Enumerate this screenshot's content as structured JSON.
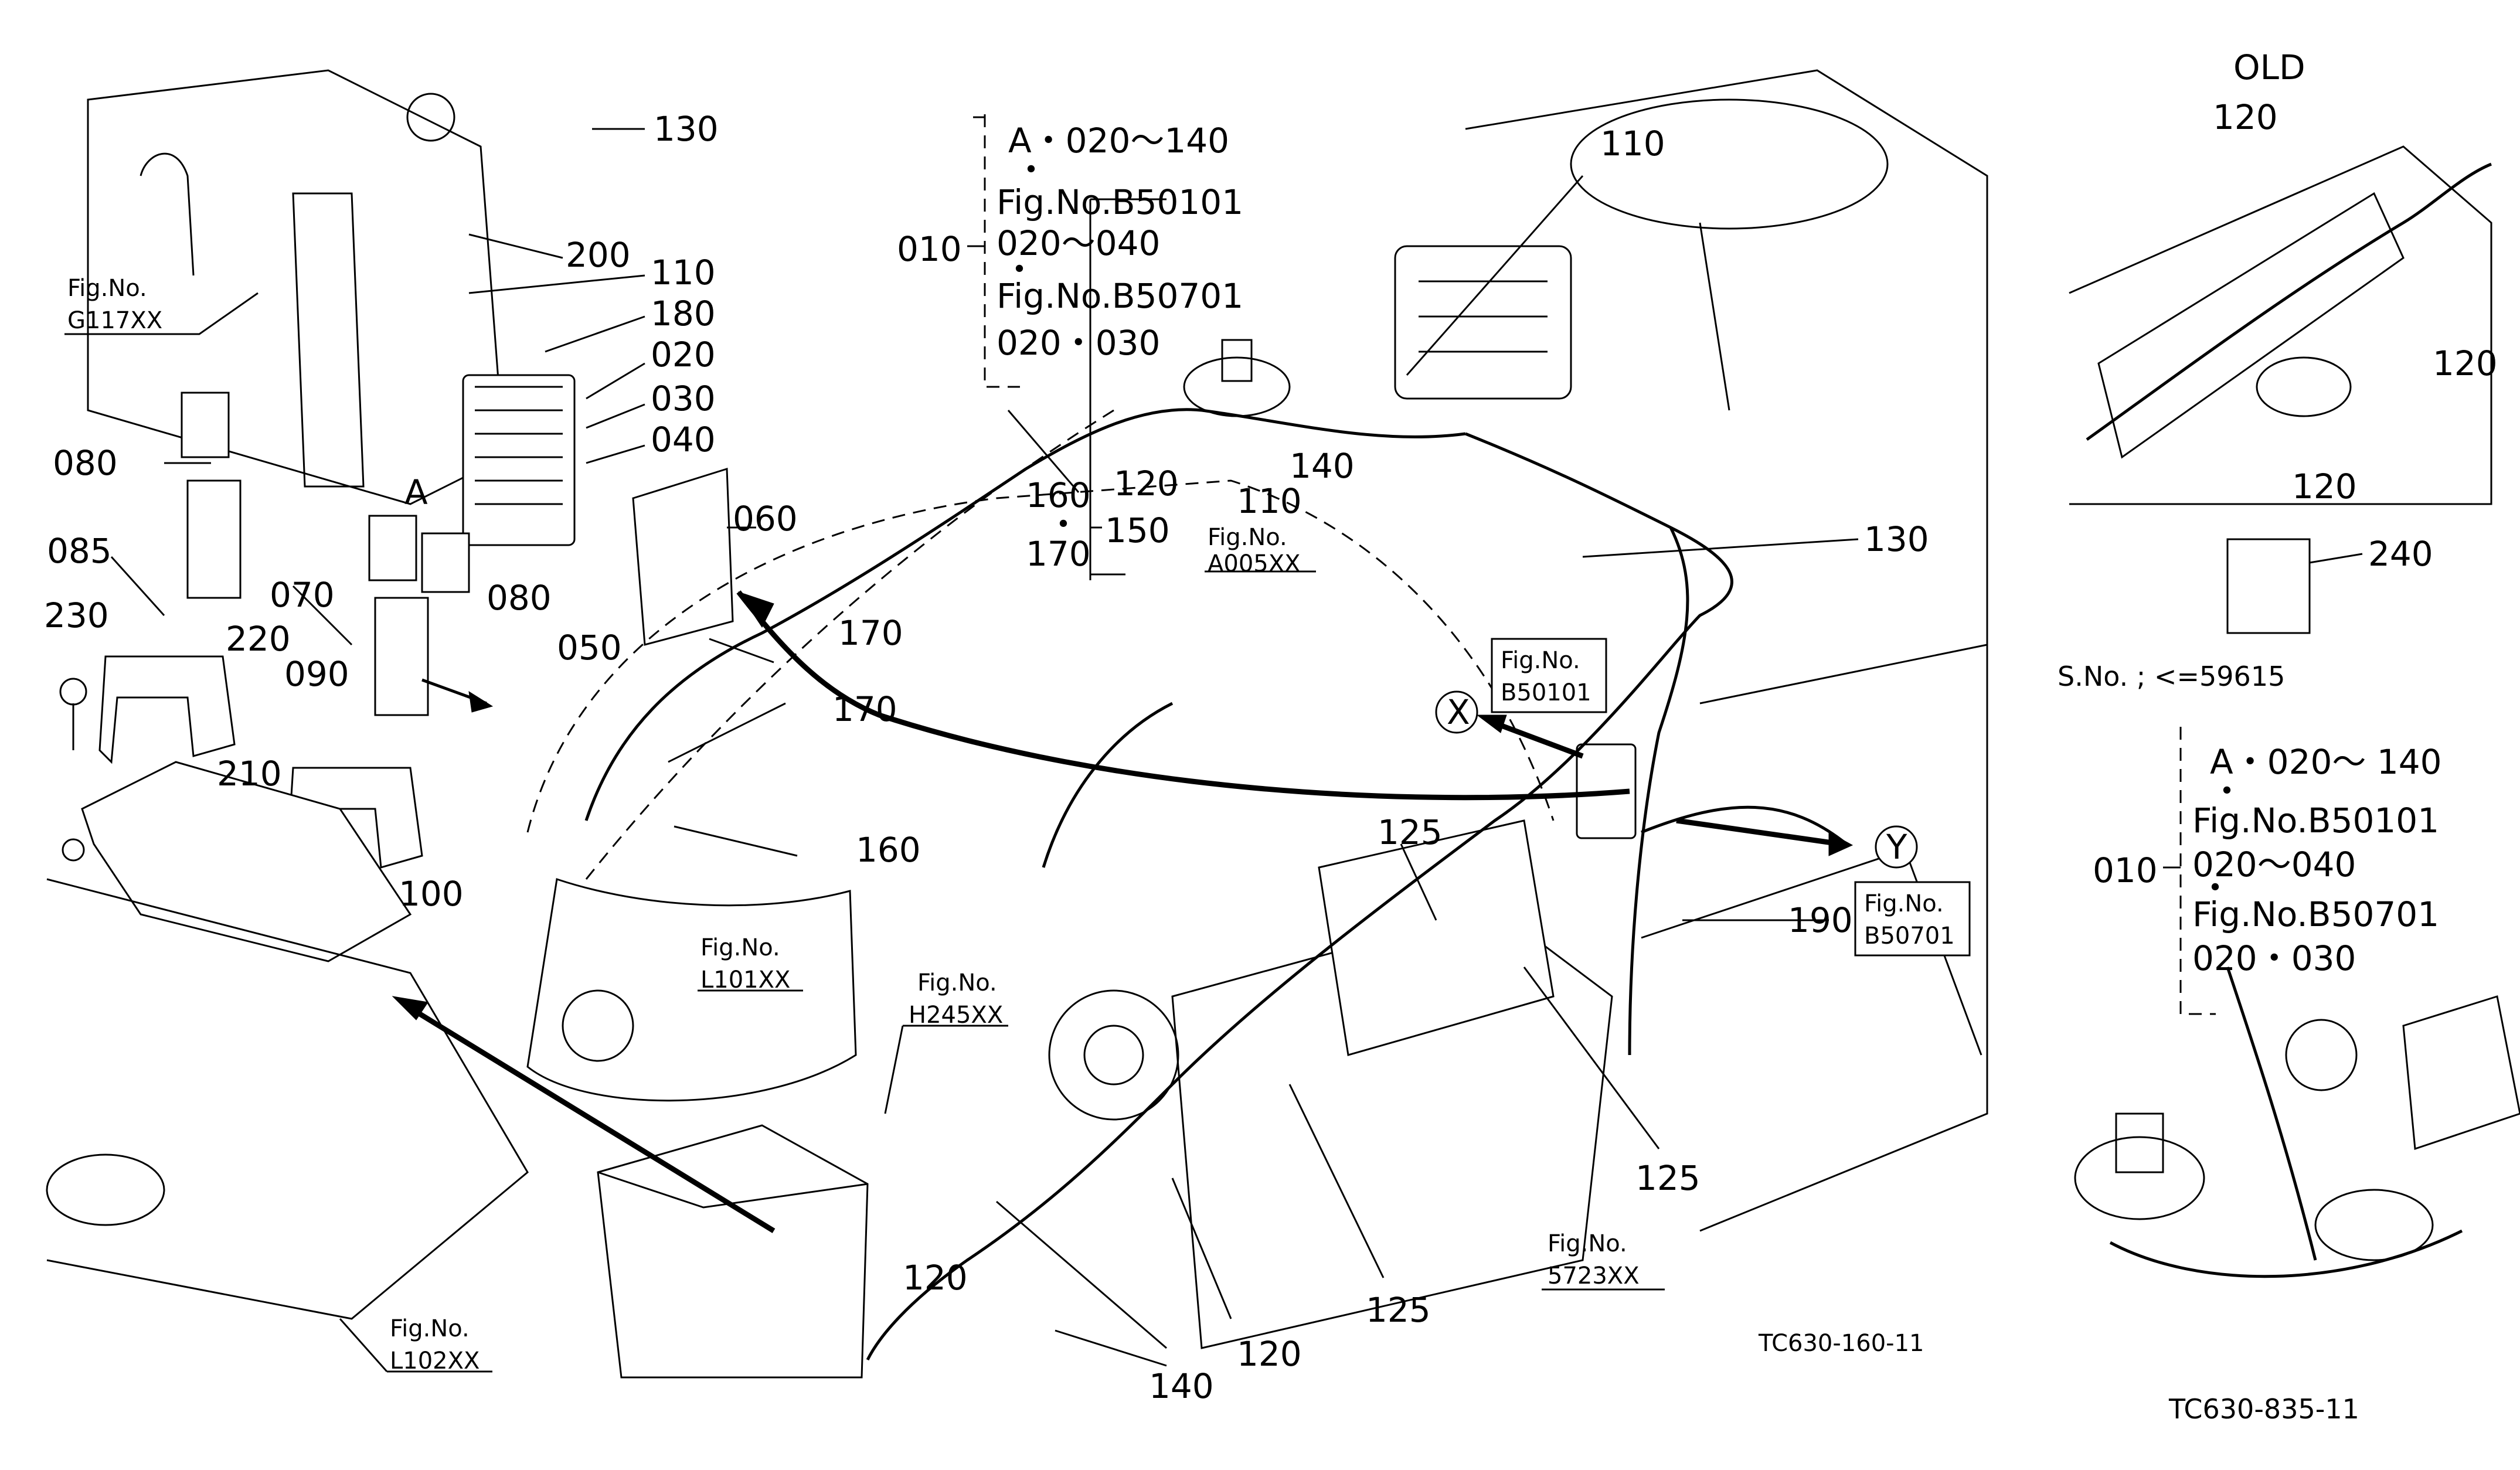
{
  "main": {
    "callouts": {
      "c130a": "130",
      "c200": "200",
      "c110a": "110",
      "c180": "180",
      "c020": "020",
      "c030": "030",
      "c040": "040",
      "c060": "060",
      "c080a": "080",
      "c085": "085",
      "c230": "230",
      "c220": "220",
      "c070": "070",
      "c080b": "080",
      "c050": "050",
      "c090": "090",
      "c210": "210",
      "c100": "100",
      "cA": "A",
      "c170a": "170",
      "c170b": "170",
      "c160a": "160",
      "c120a": "120",
      "c110b": "110",
      "c140a": "140",
      "c110c": "110",
      "c130b": "130",
      "c125a": "125",
      "c190": "190",
      "c125b": "125",
      "c125c": "125",
      "c120b": "120",
      "c120c": "120",
      "c140b": "140",
      "c010": "010",
      "c150": "150",
      "X": "X",
      "Y": "Y"
    },
    "group_150": {
      "top": "160",
      "mid": "・",
      "bottom": "170"
    },
    "bracket_010": {
      "line1": "A・020～140",
      "dot1": "・",
      "line2": "Fig.No.B50101",
      "line3": "020～040",
      "dot2": "・",
      "line4": "Fig.No.B50701",
      "line5": "020・030"
    },
    "fig_refs": {
      "g117": {
        "line1": "Fig.No.",
        "line2": "G117XX"
      },
      "a005": {
        "line1": "Fig.No.",
        "line2": "A005XX"
      },
      "b50101": {
        "line1": "Fig.No.",
        "line2": "B50101"
      },
      "b50701": {
        "line1": "Fig.No.",
        "line2": "B50701"
      },
      "l101": {
        "line1": "Fig.No.",
        "line2": "L101XX"
      },
      "h245": {
        "line1": "Fig.No.",
        "line2": "H245XX"
      },
      "l102": {
        "line1": "Fig.No.",
        "line2": "L102XX"
      },
      "r5723": {
        "line1": "Fig.No.",
        "line2": "5723XX"
      }
    },
    "drawing_code": "TC630-160-11"
  },
  "side": {
    "title": "OLD",
    "callouts": {
      "c120a": "120",
      "c120b": "120",
      "c120c": "120",
      "c240": "240",
      "c010": "010"
    },
    "serial": "S.No. ; <=59615",
    "bracket_010": {
      "line1": "A・020～ 140",
      "dot1": "・",
      "line2": "Fig.No.B50101",
      "line3": "020～040",
      "dot2": "・",
      "line4": "Fig.No.B50701",
      "line5": "020・030"
    },
    "drawing_code": "TC630-835-11"
  }
}
